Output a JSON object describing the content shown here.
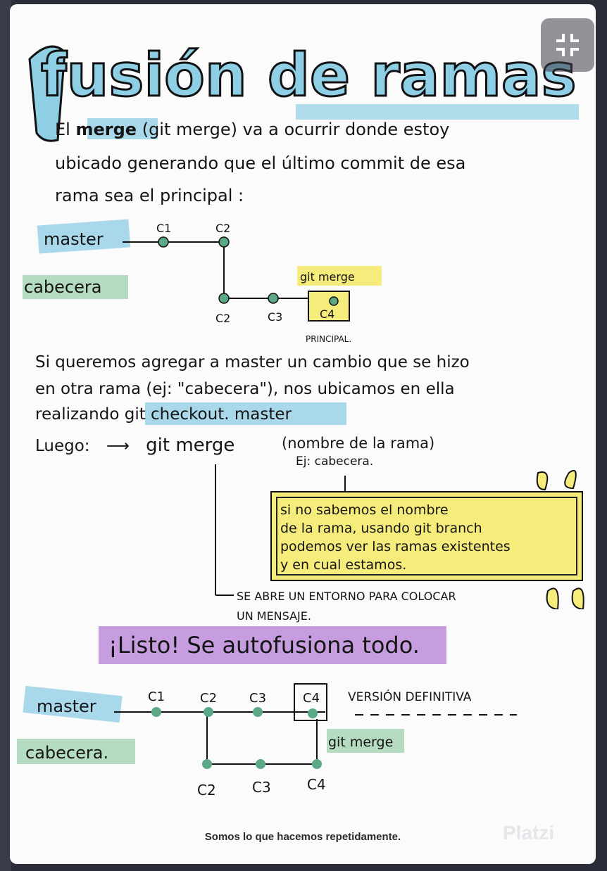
{
  "title": "fusión de ramas",
  "intro": {
    "line1_pre": "El",
    "line1_hl": "merge",
    "line1_post": "(git merge) va a ocurrir donde estoy",
    "line2": "ubicado generando que el último commit de esa",
    "line3": "rama sea el principal :"
  },
  "diagram1": {
    "branch_master": "master",
    "branch_cabecera": "cabecera",
    "c1": "C1",
    "c2_top": "C2",
    "c2_bottom": "C2",
    "c3": "C3",
    "c4": "C4",
    "git_merge": "git merge",
    "principal": "PRINCIPAL."
  },
  "para2": {
    "line1": "Si queremos agregar a master un cambio que se hizo",
    "line2": "en otra rama (ej: \"cabecera\"), nos ubicamos en ella",
    "line3_pre": "realizando",
    "line3_hl": "git checkout. master",
    "luego": "Luego:",
    "arrow": "⟶",
    "git_merge": "git merge",
    "nombre": "(nombre de la rama)",
    "ej": "Ej: cabecera."
  },
  "note": {
    "line1": "si no sabemos el nombre",
    "line2": "de la rama, usando git branch",
    "line3": "podemos ver las ramas existentes",
    "line4": "y en cual estamos."
  },
  "editor_note": {
    "line1": "SE ABRE UN ENTORNO PARA COLOCAR",
    "line2": "UN MENSAJE."
  },
  "listo": "¡Listo! Se autofusiona todo.",
  "diagram2": {
    "branch_master": "master",
    "branch_cabecera": "cabecera.",
    "c1": "C1",
    "c2_top": "C2",
    "c3_top": "C3",
    "c4_top": "C4",
    "c2_bottom": "C2",
    "c3_bottom": "C3",
    "c4_bottom": "C4",
    "version": "VERSIÓN DEFINITIVA",
    "git_merge": "git merge"
  },
  "footer": "Somos lo que hacemos repetidamente.",
  "watermark": "Platzi",
  "fullscreen_icon": "collapse-fullscreen-icon",
  "colors": {
    "blue_highlight": "#a8d8ea",
    "green_highlight": "#b5dbc0",
    "yellow_highlight": "#f6ec7b",
    "purple_highlight": "#c69ee0",
    "commit_node": "#5aa886"
  }
}
